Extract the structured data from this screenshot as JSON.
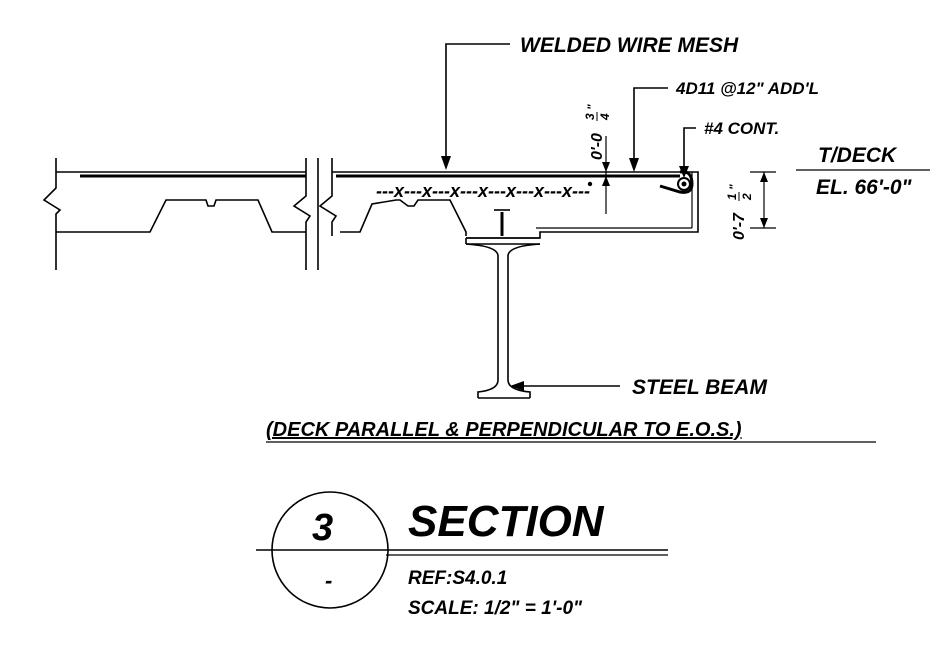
{
  "callouts": {
    "welded_wire_mesh": "WELDED WIRE MESH",
    "add_bars": "4D11 @12\" ADD'L",
    "cont_bar": "#4  CONT.",
    "steel_beam": "STEEL BEAM",
    "note": "(DECK PARALLEL & PERPENDICULAR TO E.O.S.)"
  },
  "dims": {
    "cover_ft": "0'-0",
    "cover_num": "3",
    "cover_den": "4",
    "depth_ft": "0'-7",
    "depth_num": "1",
    "depth_den": "2",
    "inch_mark": "\""
  },
  "elevation": {
    "label": "T/DECK",
    "value": "EL. 66'-0\""
  },
  "section_title": {
    "number": "3",
    "sheet": "-",
    "title": "SECTION",
    "ref": "REF:S4.0.1",
    "scale": "SCALE: 1/2\" = 1'-0\""
  },
  "mesh_line": "---x---x---x---x---x---x---x---"
}
